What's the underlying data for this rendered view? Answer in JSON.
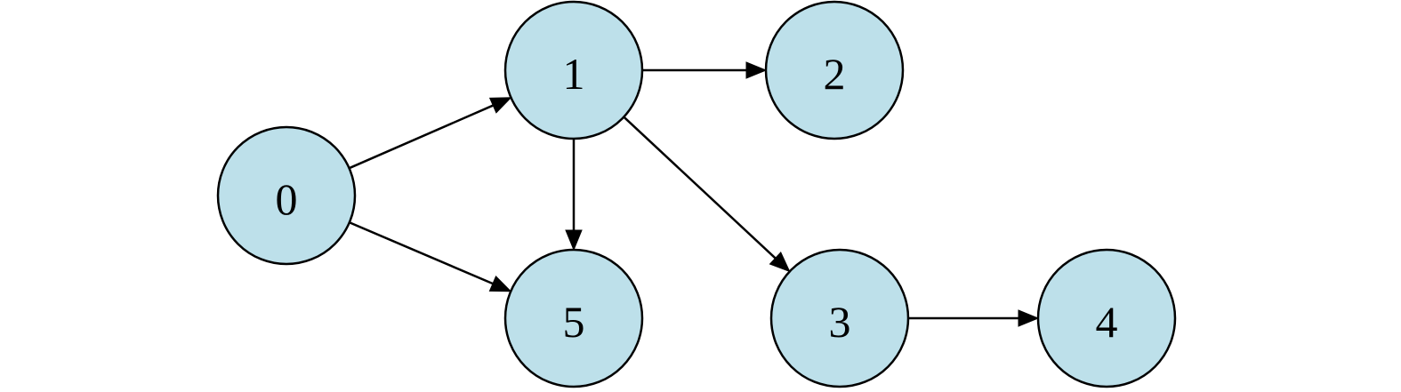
{
  "colors": {
    "node_fill": "#bde0ea",
    "stroke": "#000000",
    "background": "#ffffff"
  },
  "nodes": [
    {
      "id": "0",
      "label": "0"
    },
    {
      "id": "1",
      "label": "1"
    },
    {
      "id": "2",
      "label": "2"
    },
    {
      "id": "3",
      "label": "3"
    },
    {
      "id": "4",
      "label": "4"
    },
    {
      "id": "5",
      "label": "5"
    }
  ],
  "edges": [
    {
      "from": "0",
      "to": "1"
    },
    {
      "from": "0",
      "to": "5"
    },
    {
      "from": "1",
      "to": "2"
    },
    {
      "from": "1",
      "to": "5"
    },
    {
      "from": "1",
      "to": "3"
    },
    {
      "from": "3",
      "to": "4"
    }
  ]
}
